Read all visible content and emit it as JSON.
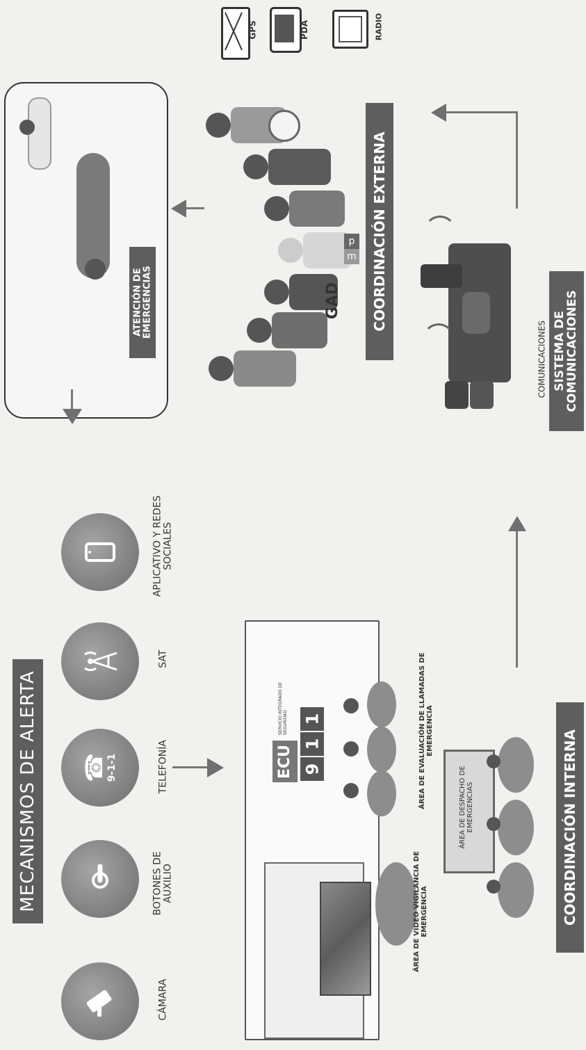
{
  "headings": {
    "alert_mechanisms": "MECANISMOS DE ALERTA",
    "internal_coordination": "COORDINACIÓN INTERNA",
    "external_coordination": "COORDINACIÓN EXTERNA",
    "communication_system": "SISTEMA DE COMUNICACIONES",
    "emergency_attention": "ATENCIÓN DE EMERGENCIAS"
  },
  "alert_mechanisms": [
    {
      "label": "CÁMARA",
      "icon": "camera-icon"
    },
    {
      "label": "BOTONES DE AUXILIO",
      "icon": "panic-button-icon"
    },
    {
      "label": "TELEFONÍA",
      "icon": "phone-911-icon"
    },
    {
      "label": "SAT",
      "icon": "antenna-tower-icon"
    },
    {
      "label": "APLICATIVO Y REDES SOCIALES",
      "icon": "smartphone-icon"
    }
  ],
  "phone_icon_text": "9-1-1",
  "ecu911": {
    "logo": "ECU",
    "digits": [
      "9",
      "1",
      "1"
    ],
    "subtitle": "SERVICIO INTEGRADO DE SEGURIDAD"
  },
  "areas": {
    "video": "ÁREA DE VIDEO VIGILANCIA DE EMERGENCIA",
    "evaluation": "ÁREA DE EVALUACIÓN DE LLAMADAS DE EMERGENCIA",
    "dispatch": "ÁREA DE DESPACHO DE EMERGENCIAS"
  },
  "communications_label": "COMUNICACIONES",
  "devices": [
    {
      "label": "GPS",
      "icon": "gps-map-icon"
    },
    {
      "label": "PDA",
      "icon": "pda-icon"
    },
    {
      "label": "RADIO",
      "icon": "radio-icon"
    }
  ],
  "agency_badges": [
    "GAD",
    "m",
    "p"
  ],
  "colors": {
    "banner": "#5e5e5e",
    "icon_circle": "#7a7a7a",
    "arrow": "#6f6f6f",
    "background": "#f1f1ef"
  }
}
